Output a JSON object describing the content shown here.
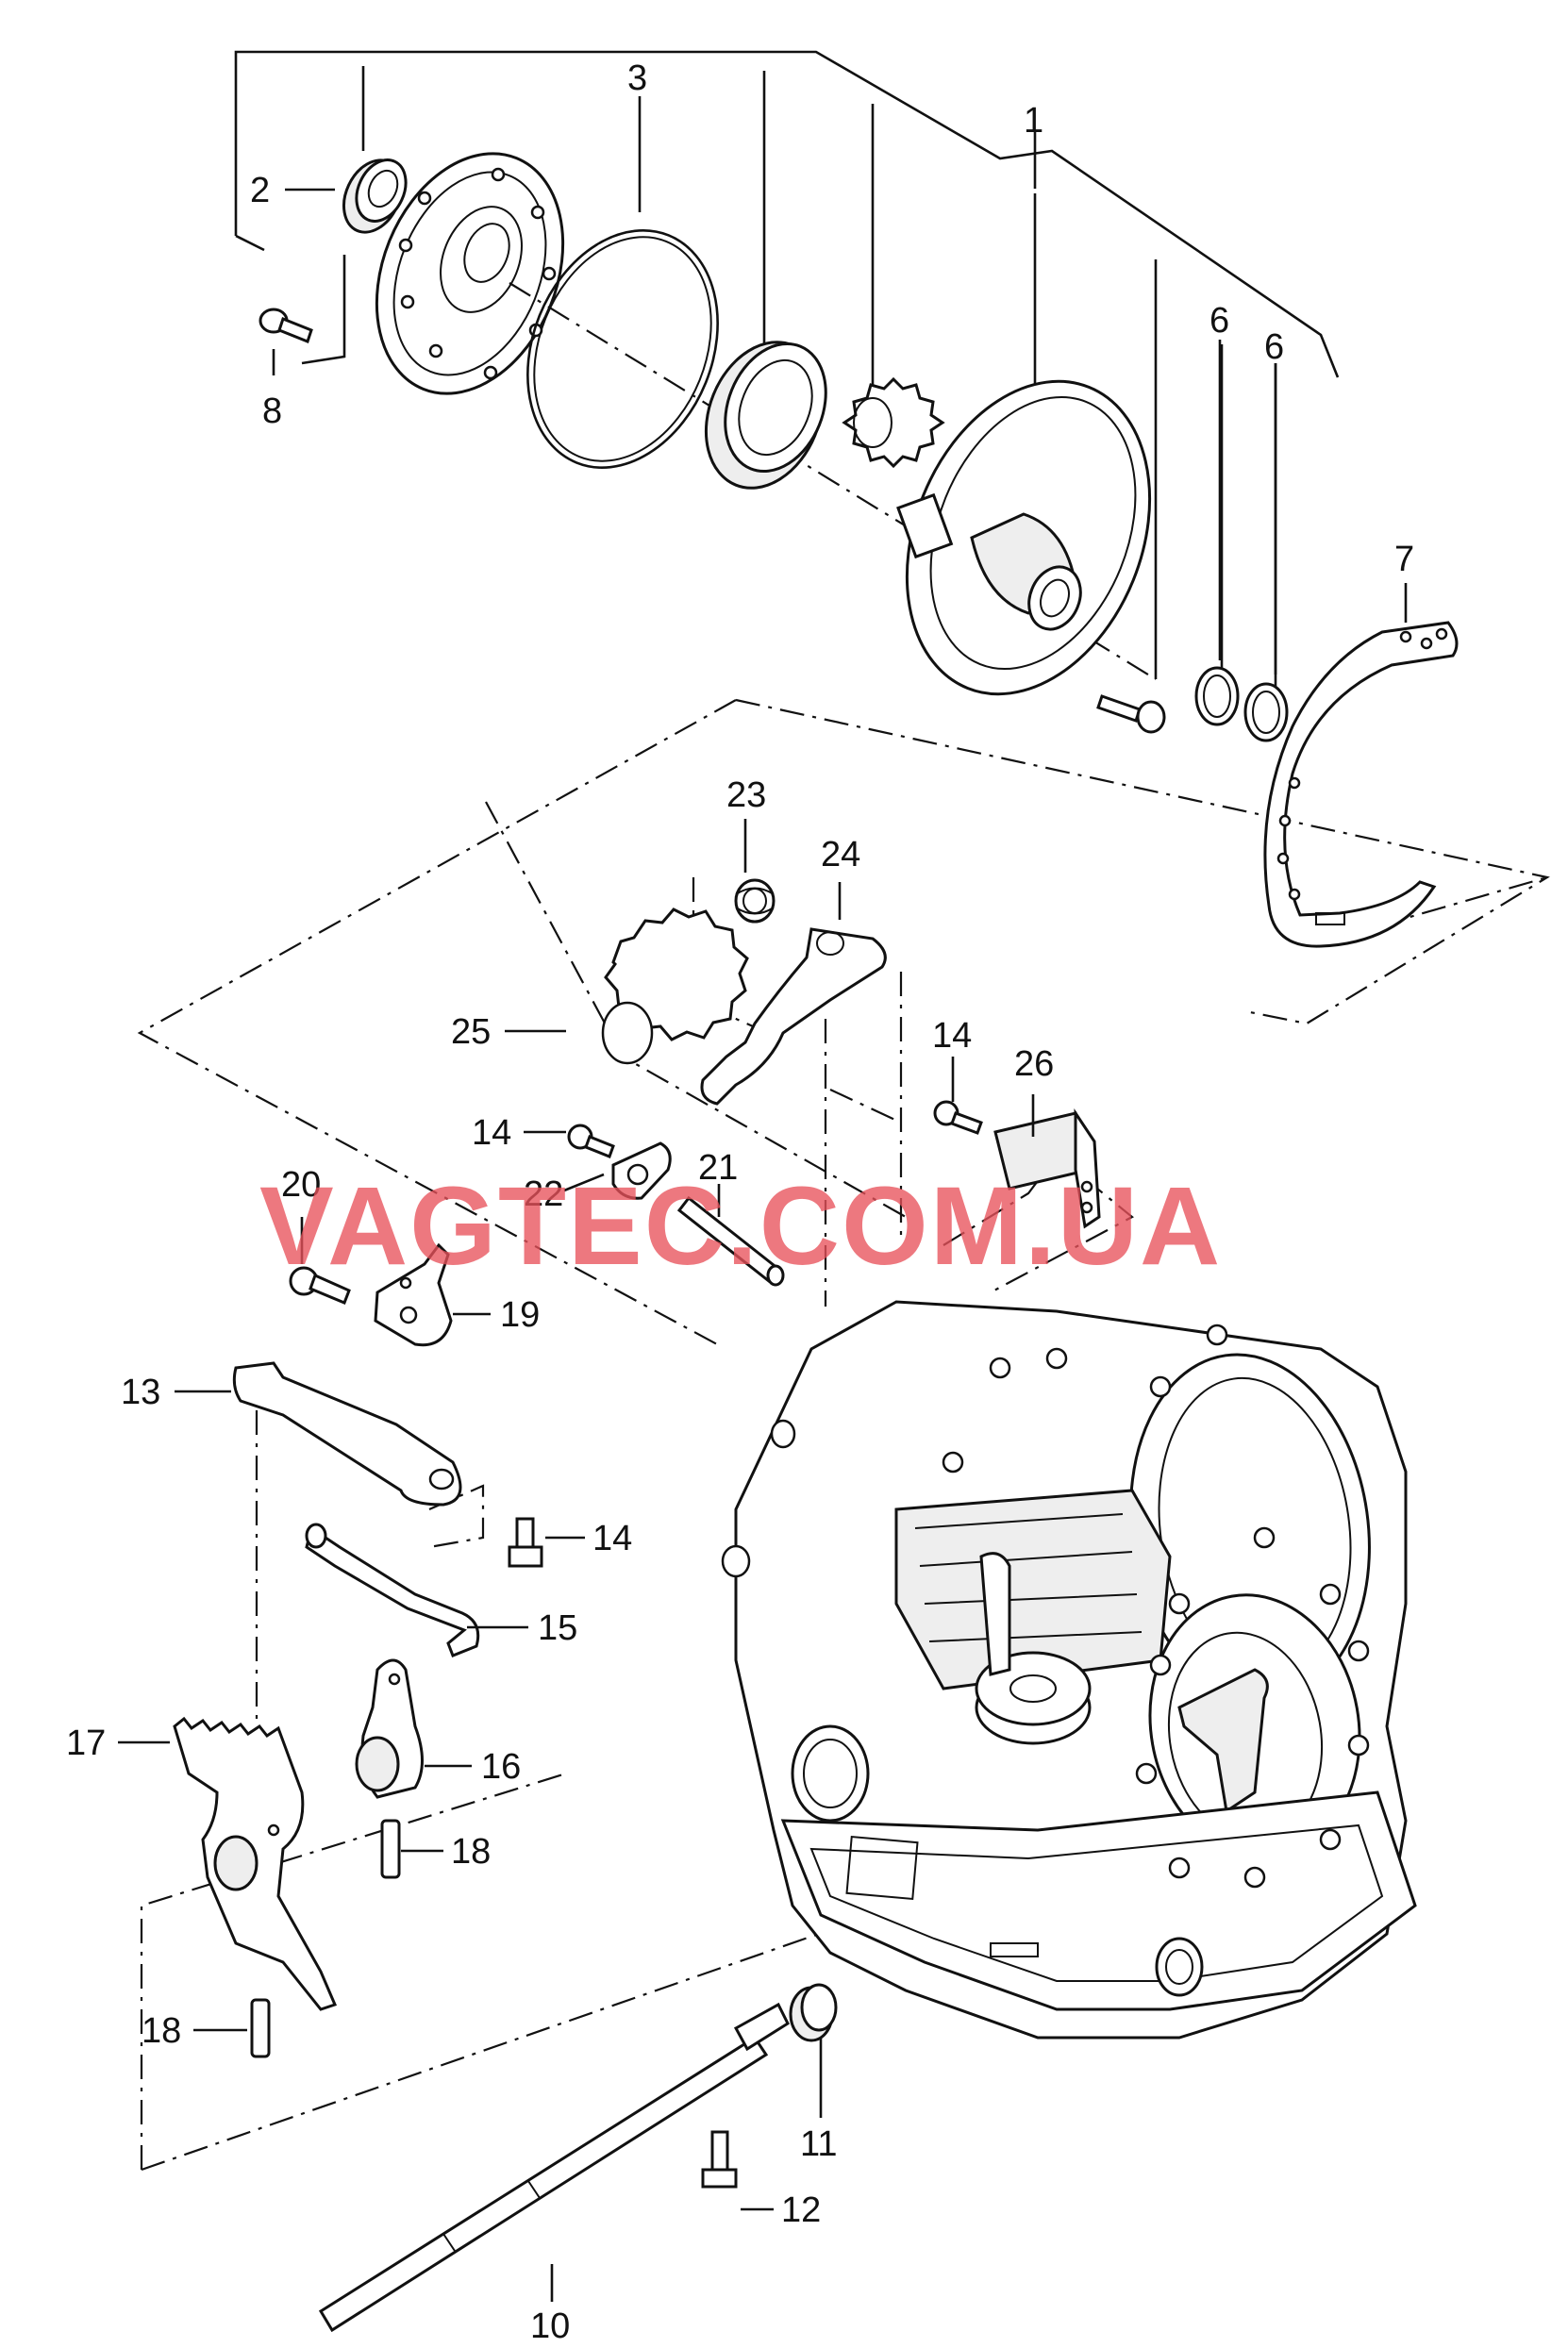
{
  "watermark": "VAGTEC.COM.UA",
  "callouts": {
    "c1": "1",
    "c2": "2",
    "c3": "3",
    "c6a": "6",
    "c6b": "6",
    "c7": "7",
    "c8": "8",
    "c10": "10",
    "c11": "11",
    "c12": "12",
    "c13": "13",
    "c14a": "14",
    "c14b": "14",
    "c14c": "14",
    "c15": "15",
    "c16": "16",
    "c17": "17",
    "c18a": "18",
    "c18b": "18",
    "c19": "19",
    "c20": "20",
    "c21": "21",
    "c22": "22",
    "c23": "23",
    "c24": "24",
    "c25": "25",
    "c26": "26"
  }
}
